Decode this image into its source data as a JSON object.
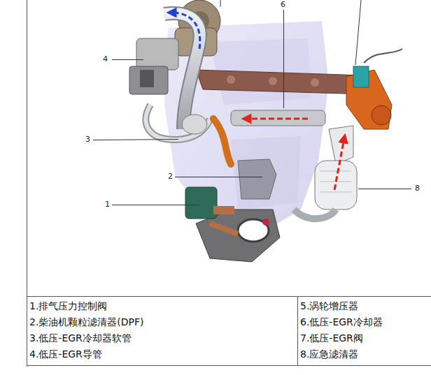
{
  "diagram": {
    "labels": [
      "6",
      "4",
      "3",
      "2",
      "8",
      "1",
      "1.排气压力控制阀",
      "2.柴油机颗粒滤清器(DPF)",
      "3.低压-EGR冷却器软管",
      "4.低压-EGR导管",
      "5.涡轮增压器",
      "6.低压-EGR冷却器",
      "7.低压-EGR阀",
      "8.应急滤清器"
    ]
  }
}
